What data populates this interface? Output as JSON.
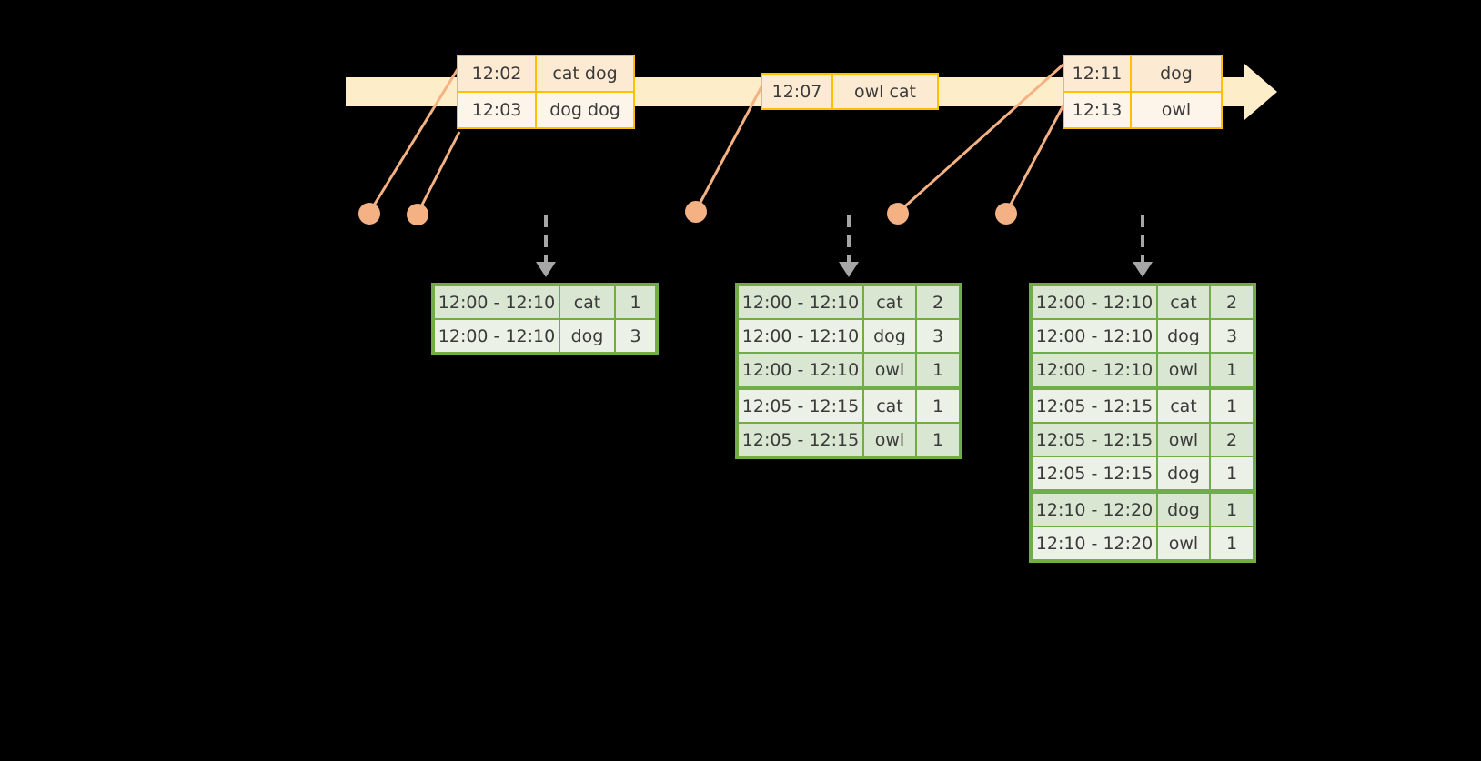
{
  "timeline": {
    "bar_color": "#fdeec9",
    "accent_color": "#ffc000",
    "events": [
      {
        "id": "event-group-1",
        "rows": [
          {
            "time": "12:02",
            "words": "cat dog"
          },
          {
            "time": "12:03",
            "words": "dog dog"
          }
        ]
      },
      {
        "id": "event-group-2",
        "rows": [
          {
            "time": "12:07",
            "words": "owl cat"
          }
        ]
      },
      {
        "id": "event-group-3",
        "rows": [
          {
            "time": "12:11",
            "words": "dog"
          },
          {
            "time": "12:13",
            "words": "owl"
          }
        ]
      }
    ]
  },
  "markers": {
    "dot_color": "#f4b183",
    "count": 5
  },
  "results": {
    "table_border_color": "#70ad47",
    "tables": [
      {
        "id": "result-table-1",
        "rows": [
          {
            "window": "12:00 - 12:10",
            "word": "cat",
            "count": "1",
            "band": "a",
            "group_start": false
          },
          {
            "window": "12:00 - 12:10",
            "word": "dog",
            "count": "3",
            "band": "b",
            "group_start": false
          }
        ]
      },
      {
        "id": "result-table-2",
        "rows": [
          {
            "window": "12:00 - 12:10",
            "word": "cat",
            "count": "2",
            "band": "a",
            "group_start": false
          },
          {
            "window": "12:00 - 12:10",
            "word": "dog",
            "count": "3",
            "band": "b",
            "group_start": false
          },
          {
            "window": "12:00 - 12:10",
            "word": "owl",
            "count": "1",
            "band": "a",
            "group_start": false
          },
          {
            "window": "12:05 - 12:15",
            "word": "cat",
            "count": "1",
            "band": "b",
            "group_start": true
          },
          {
            "window": "12:05 - 12:15",
            "word": "owl",
            "count": "1",
            "band": "a",
            "group_start": false
          }
        ]
      },
      {
        "id": "result-table-3",
        "rows": [
          {
            "window": "12:00 - 12:10",
            "word": "cat",
            "count": "2",
            "band": "a",
            "group_start": false
          },
          {
            "window": "12:00 - 12:10",
            "word": "dog",
            "count": "3",
            "band": "b",
            "group_start": false
          },
          {
            "window": "12:00 - 12:10",
            "word": "owl",
            "count": "1",
            "band": "a",
            "group_start": false
          },
          {
            "window": "12:05 - 12:15",
            "word": "cat",
            "count": "1",
            "band": "b",
            "group_start": true
          },
          {
            "window": "12:05 - 12:15",
            "word": "owl",
            "count": "2",
            "band": "a",
            "group_start": false
          },
          {
            "window": "12:05 - 12:15",
            "word": "dog",
            "count": "1",
            "band": "b",
            "group_start": false
          },
          {
            "window": "12:10 - 12:20",
            "word": "dog",
            "count": "1",
            "band": "a",
            "group_start": true
          },
          {
            "window": "12:10 - 12:20",
            "word": "owl",
            "count": "1",
            "band": "b",
            "group_start": false
          }
        ]
      }
    ]
  }
}
